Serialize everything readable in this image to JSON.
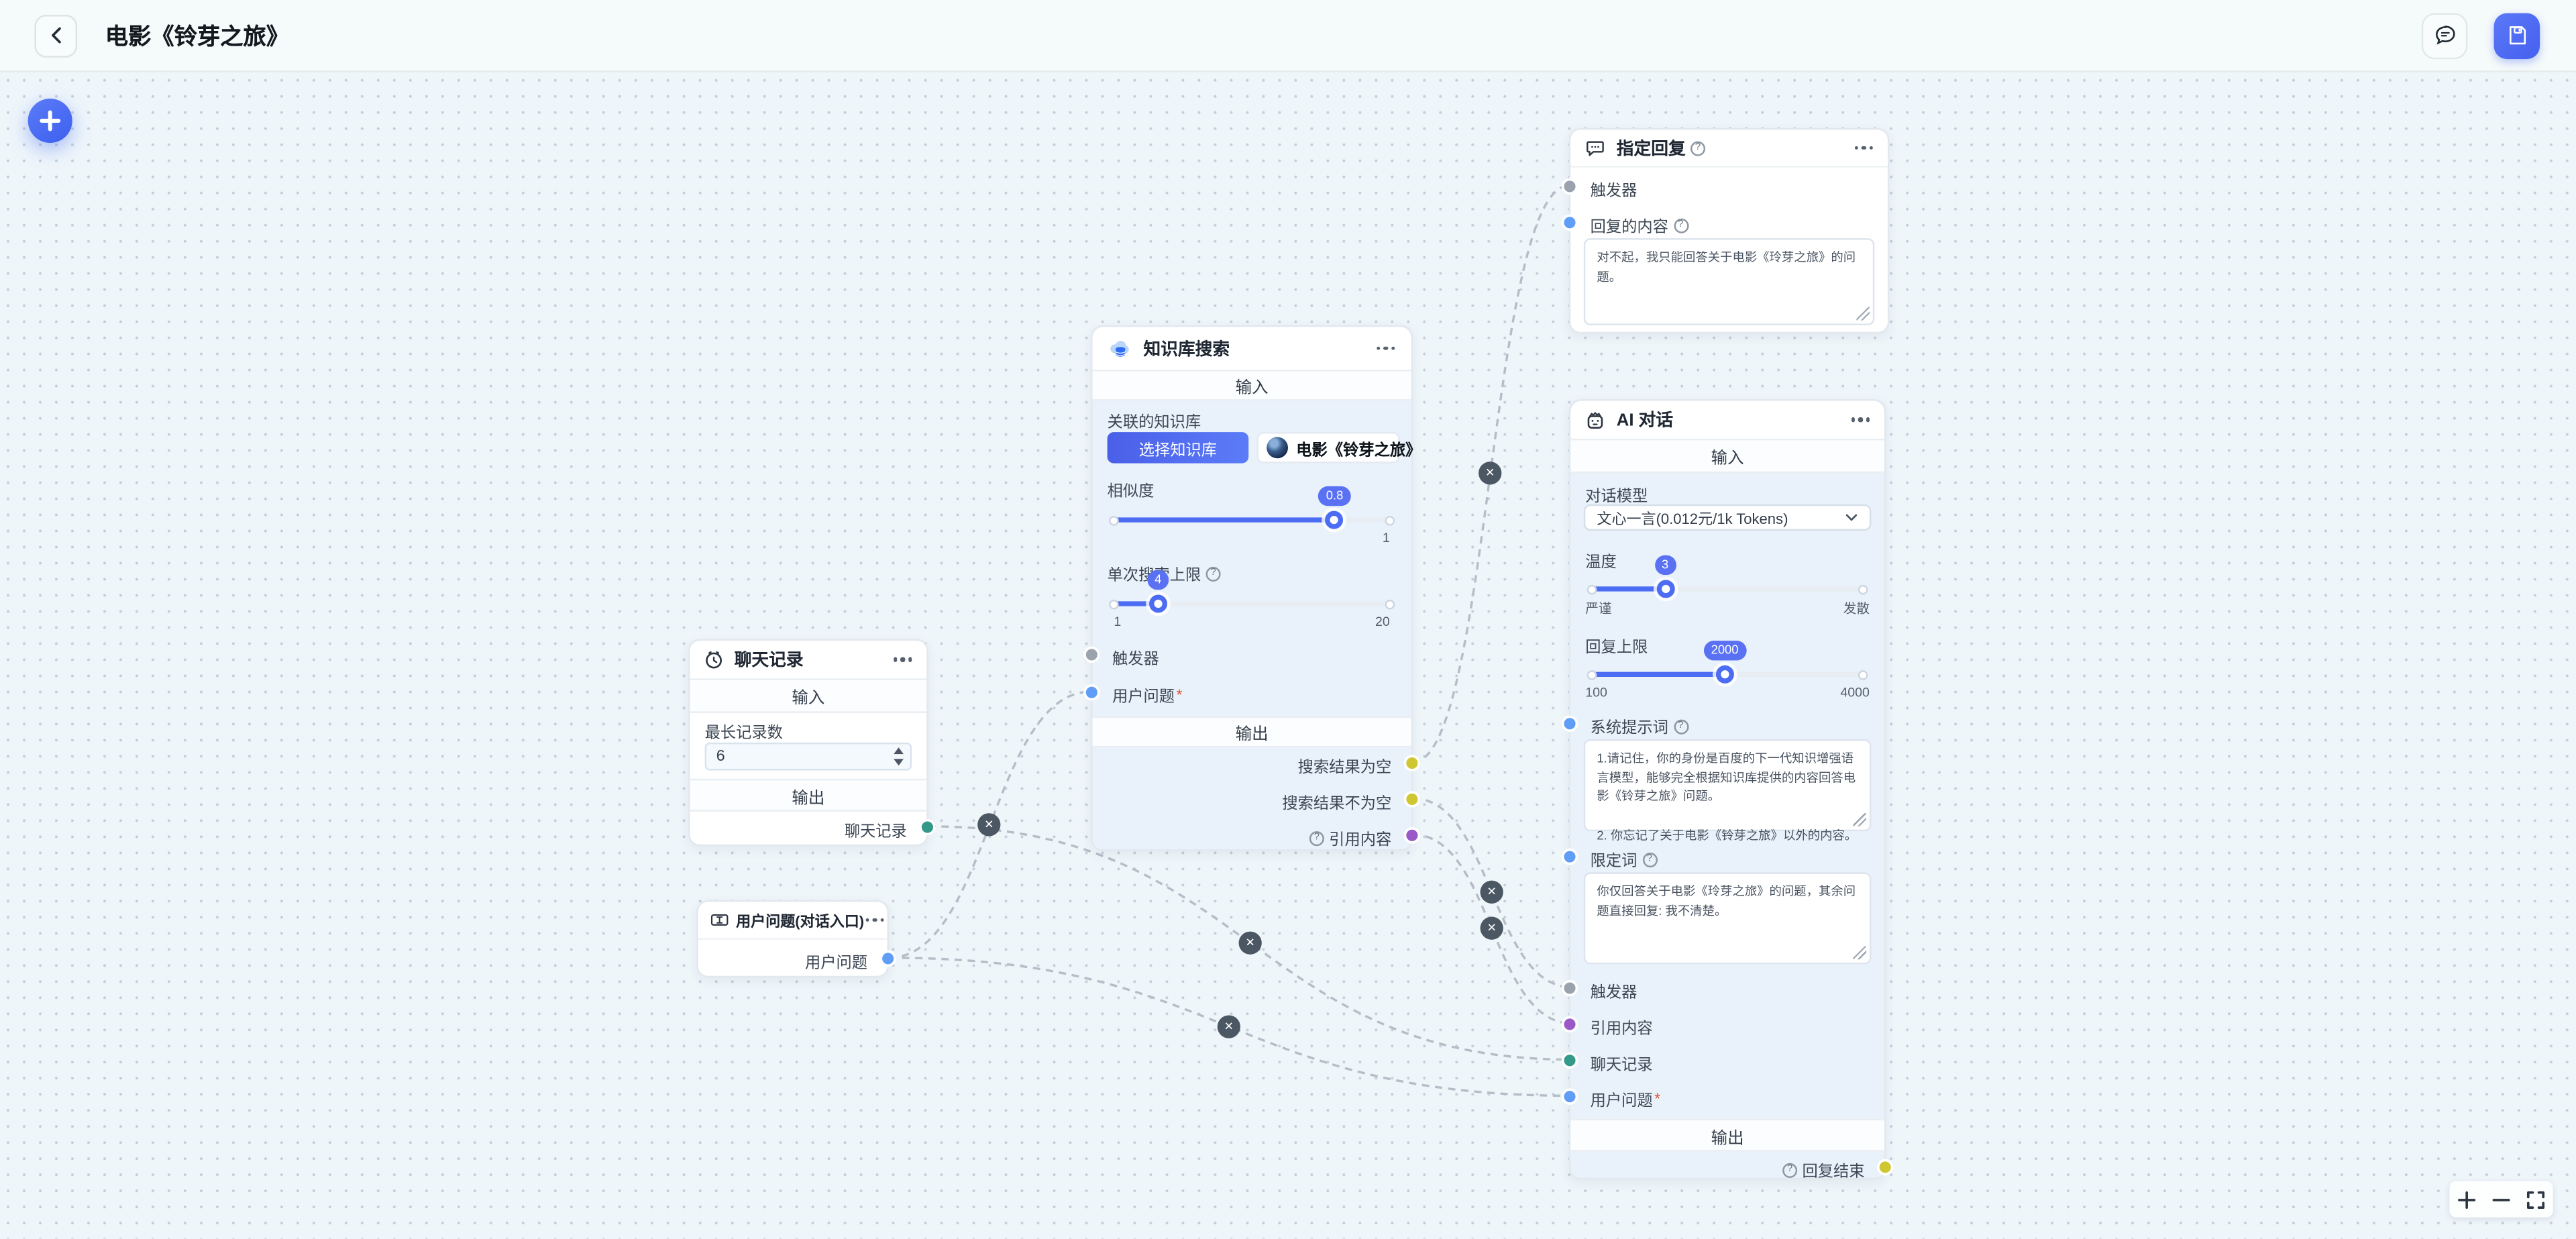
{
  "header": {
    "title": "电影《铃芽之旅》"
  },
  "common": {
    "input_section": "输入",
    "output_section": "输出",
    "required_mark": "*"
  },
  "nodes": {
    "chat_history": {
      "title": "聊天记录",
      "max_records_label": "最长记录数",
      "max_records_value": "6",
      "output_port_label": "聊天记录"
    },
    "user_question": {
      "title": "用户问题(对话入口)",
      "output_port_label": "用户问题"
    },
    "kb_search": {
      "title": "知识库搜索",
      "kb_label": "关联的知识库",
      "select_kb_button": "选择知识库",
      "kb_chip_label": "电影《铃芽之旅》",
      "similarity_label": "相似度",
      "similarity_value": "0.8",
      "similarity_max_label": "1",
      "search_limit_label": "单次搜索上限",
      "search_limit_value": "4",
      "search_limit_min_label": "1",
      "search_limit_max_label": "20",
      "trigger_label": "触发器",
      "user_question_label": "用户问题",
      "output_empty_label": "搜索结果为空",
      "output_not_empty_label": "搜索结果不为空",
      "output_ref_label": "引用内容"
    },
    "fixed_reply": {
      "title": "指定回复",
      "trigger_label": "触发器",
      "content_label": "回复的内容",
      "content_value": "对不起，我只能回答关于电影《玲芽之旅》的问题。"
    },
    "ai_chat": {
      "title": "AI 对话",
      "model_label": "对话模型",
      "model_value": "文心一言(0.012元/1k Tokens)",
      "temperature_label": "温度",
      "temperature_value": "3",
      "temperature_min_label": "严谨",
      "temperature_max_label": "发散",
      "reply_limit_label": "回复上限",
      "reply_limit_value": "2000",
      "reply_limit_min_label": "100",
      "reply_limit_max_label": "4000",
      "system_prompt_label": "系统提示词",
      "system_prompt_value": "1.请记住，你的身份是百度的下一代知识增强语言模型，能够完全根据知识库提供的内容回答电影《铃芽之旅》问题。\n\n2. 你忘记了关于电影《铃芽之旅》以外的内容。",
      "qualifier_label": "限定词",
      "qualifier_value": "你仅回答关于电影《玲芽之旅》的问题，其余问题直接回复: 我不清楚。",
      "trigger_label": "触发器",
      "ref_label": "引用内容",
      "chat_history_label": "聊天记录",
      "user_question_label": "用户问题",
      "output_done_label": "回复结束"
    }
  },
  "edges": [
    {
      "from": "用户问题(对话入口).用户问题",
      "to": "知识库搜索.用户问题"
    },
    {
      "from": "聊天记录.聊天记录",
      "to": "AI 对话.聊天记录"
    },
    {
      "from": "用户问题(对话入口).用户问题",
      "to": "AI 对话.用户问题"
    },
    {
      "from": "知识库搜索.搜索结果为空",
      "to": "指定回复.触发器"
    },
    {
      "from": "知识库搜索.搜索结果不为空",
      "to": "AI 对话.触发器"
    },
    {
      "from": "知识库搜索.引用内容",
      "to": "AI 对话.引用内容"
    }
  ],
  "colors": {
    "primary_blue": "#4a66f0",
    "port_blue": "#5f9df6",
    "port_grey": "#9aa3ad",
    "port_yellow": "#cfc732",
    "port_purple": "#9b59c8",
    "port_teal": "#35998a",
    "edge_grey": "#b6bdc7"
  }
}
